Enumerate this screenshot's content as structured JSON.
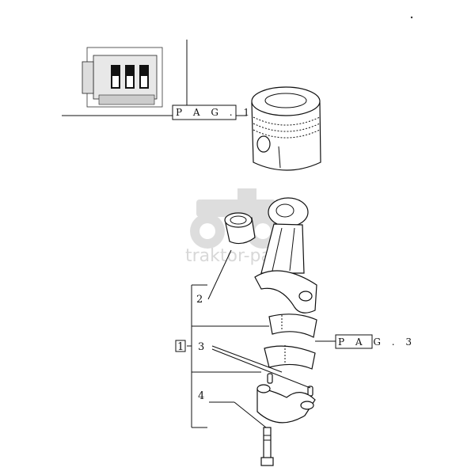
{
  "watermark": {
    "text": "traktor-parts"
  },
  "engine_ref": {
    "label": "P A G . 1"
  },
  "bearing_ref": {
    "label": "P A G . 3"
  },
  "callouts": [
    {
      "id": "2",
      "text": "2"
    },
    {
      "id": "1",
      "text": "1"
    },
    {
      "id": "3",
      "text": "3"
    },
    {
      "id": "4",
      "text": "4"
    }
  ],
  "colors": {
    "ink": "#111111",
    "watermark": "#d4d4d4",
    "background": "#ffffff"
  }
}
